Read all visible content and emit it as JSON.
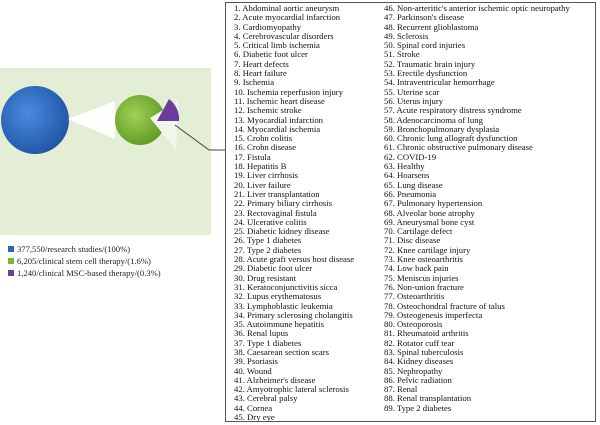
{
  "legend": [
    {
      "label": "377,550/research studies/(100%)",
      "color": "#2566b8"
    },
    {
      "label": "6,205/clinical stem cell therapy/(1.6%)",
      "color": "#7ab735"
    },
    {
      "label": "1,240/clinical MSC-based therapy/(0.3%)",
      "color": "#6a3d9a"
    }
  ],
  "conditions_col1": [
    "1. Abdominal aortic aneurysm",
    "2. Acute myocardial infarction",
    "3. Cardiomyopathy",
    "4. Cerebrovascular disorders",
    "5. Critical limb ischemia",
    "6. Diabetic foot ulcer",
    "7. Heart defects",
    "8. Heart failure",
    "9. Ischemia",
    "10. Ischemia reperfusion injury",
    "11. Ischemic heart disease",
    "12. Ischemic stroke",
    "13. Myocardial infarction",
    "14. Myocardial ischemia",
    "15. Crohn colitis",
    "16. Crohn disease",
    "17. Fistula",
    "18. Hepatitis B",
    "19. Liver cirrhosis",
    "20. Liver failure",
    "21. Liver transplantation",
    "22. Primary biliary cirrhosis",
    "23. Rectovaginal fistula",
    "24. Ulcerative colitis",
    "25. Diabetic kidney disease",
    "26. Type 1 diabetes",
    "27. Type 2 diabetes",
    "28. Acute graft versus host disease",
    "29. Diabetic foot ulcer",
    "30. Drug resistant",
    "31. Keratoconjunctivitis sicca",
    "32. Lupus erythematosus",
    "33. Lymphoblastic leukemia",
    "34. Primary sclerosing cholangitis",
    "35. Autoimmune hepatitis",
    "36. Renal lupus",
    "37. Type 1 diabetes",
    "38. Caesarean section scars",
    "39. Psoriasis",
    "40. Wound",
    "41. Alzheimer's disease",
    "42. Amyotrophic lateral sclerosis",
    "43. Cerebral palsy",
    "44. Cornea",
    "45. Dry eye"
  ],
  "conditions_col2": [
    "46. Non-arteritic's anterior ischemic optic neuropathy",
    "47. Parkinson's disease",
    "48. Recurrent glioblastoma",
    "49. Sclerosis",
    "50. Spinal cord injuries",
    "51. Stroke",
    "52. Traumatic brain injury",
    "53. Erectile dysfunction",
    "54. Intraventricular hemorrhage",
    "55. Uterine scar",
    "56. Uterus injury",
    "57. Acute respiratory distress syndrome",
    "58. Adenocarcinoma of lung",
    "59. Bronchopulmonary dysplasia",
    "60. Chronic lung allograft dysfunction",
    "61. Chronic obstructive pulmonary disease",
    "62. COVID-19",
    "63. Healthy",
    "64. Hoarsens",
    "65. Lung disease",
    "66. Pneumonia",
    "67. Pulmonary hypertension",
    "68. Alveolar bone atrophy",
    "69. Aneurysmal bone cyst",
    "70. Cartilage defect",
    "71. Disc disease",
    "72. Knee cartilage injury",
    "73. Knee osteoarthritis",
    "74. Low back pain",
    "75. Meniscus injuries",
    "76. Non-union fracture",
    "77. Osteoarthritis",
    "78. Osteochondral fracture of talus",
    "79. Osteogenesis imperfecta",
    "80. Osteoporosis",
    "81. Rheumatoid arthritis",
    "82. Rotator cuff tear",
    "83. Spinal tuberculosis",
    "84. Kidney diseases",
    "85. Nephropathy",
    "86. Pelvic radiation",
    "87. Renal",
    "88. Renal transplantation",
    "89. Type 2 diabetes"
  ],
  "colors": {
    "panel_bg": "#e4eed6",
    "research": "#2566b8",
    "clinical": "#7ab735",
    "msc": "#6a3d9a"
  }
}
